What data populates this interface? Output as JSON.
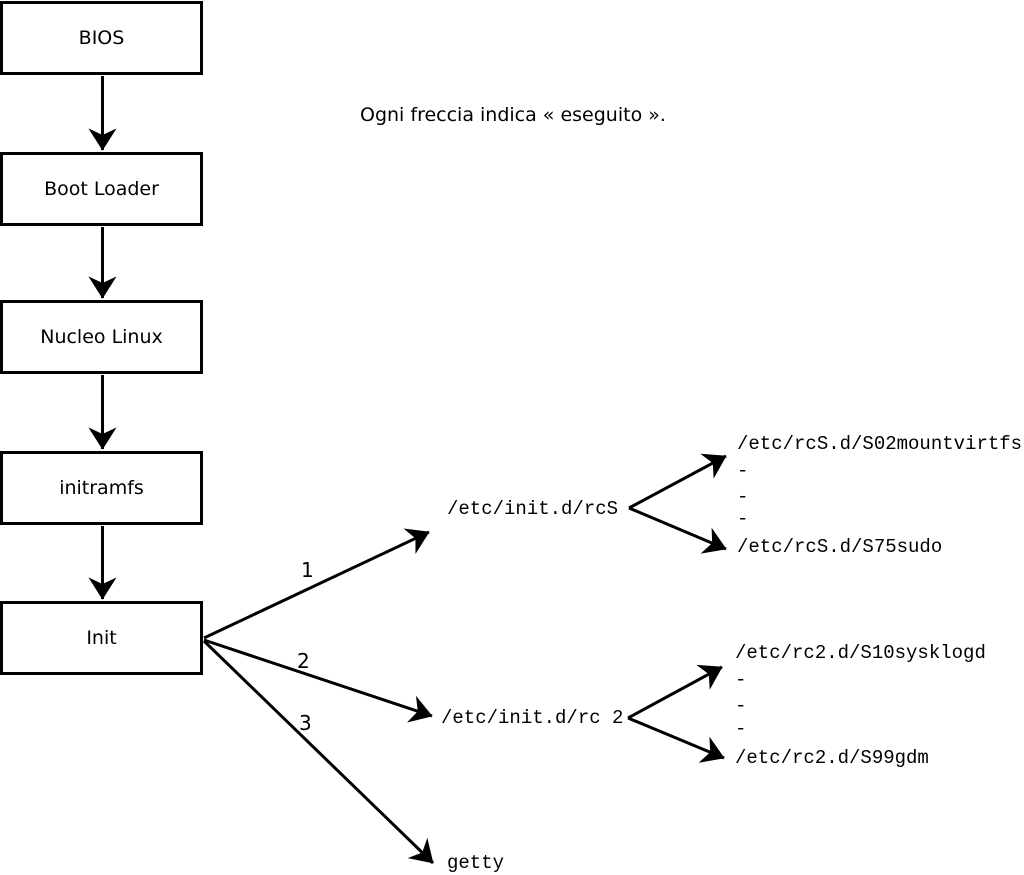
{
  "note": "Ogni freccia indica « eseguito ».",
  "colors": {
    "stroke": "#000000",
    "background": "#ffffff"
  },
  "chain": [
    {
      "label": "BIOS"
    },
    {
      "label": "Boot Loader"
    },
    {
      "label": "Nucleo Linux"
    },
    {
      "label": "initramfs"
    },
    {
      "label": "Init"
    }
  ],
  "branches": [
    {
      "number": "1",
      "target": "/etc/init.d/rcS"
    },
    {
      "number": "2",
      "target": "/etc/init.d/rc 2"
    },
    {
      "number": "3",
      "target": "getty"
    }
  ],
  "rcS_scripts": {
    "first": "/etc/rcS.d/S02mountvirtfs",
    "dashes": [
      "-",
      "-",
      "-"
    ],
    "last": "/etc/rcS.d/S75sudo"
  },
  "rc2_scripts": {
    "first": "/etc/rc2.d/S10sysklogd",
    "dashes": [
      "-",
      "-",
      "-"
    ],
    "last": "/etc/rc2.d/S99gdm"
  }
}
